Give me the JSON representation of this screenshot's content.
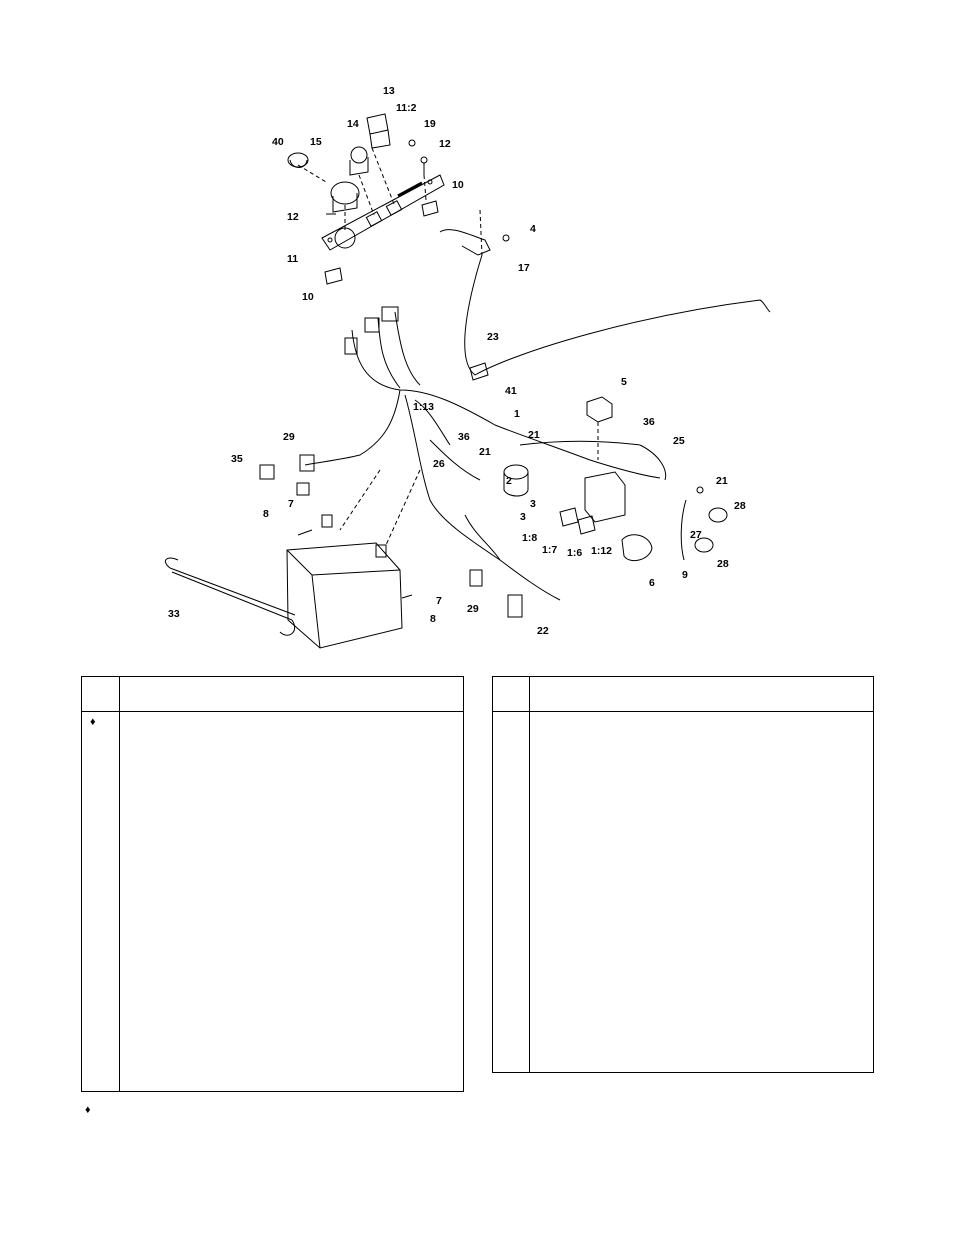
{
  "diagram": {
    "callouts": [
      "13",
      "14",
      "11:2",
      "19",
      "40",
      "15",
      "12",
      "12",
      "10",
      "4",
      "17",
      "11",
      "10",
      "23",
      "5",
      "41",
      "1:13",
      "1",
      "36",
      "29",
      "36",
      "21",
      "21",
      "35",
      "26",
      "25",
      "21",
      "2",
      "3",
      "28",
      "7",
      "8",
      "3",
      "1:8",
      "1:7",
      "1:6",
      "1:12",
      "27",
      "28",
      "9",
      "6",
      "7",
      "8",
      "33",
      "29",
      "22"
    ]
  },
  "tables": {
    "left": {
      "row_marker": "♦"
    },
    "right": {}
  },
  "footnote": {
    "marker": "♦"
  }
}
